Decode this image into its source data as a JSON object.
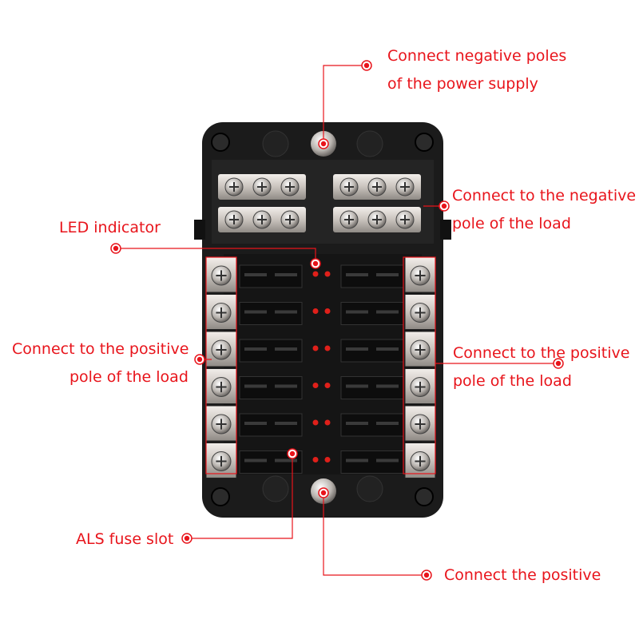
{
  "labels": {
    "neg_supply": [
      "Connect negative poles",
      "of the power supply"
    ],
    "neg_load": [
      "Connect to the negative",
      "pole of the load"
    ],
    "led": "LED indicator",
    "pos_load_left": [
      "Connect to the positive",
      "pole of the load"
    ],
    "pos_load_right": [
      "Connect to the positive",
      "pole of the load"
    ],
    "als": "ALS fuse slot",
    "pos_supply": "Connect the positive"
  },
  "colors": {
    "accent": "#e8141b",
    "body": "#1b1b1b"
  },
  "fuse_rows": 6
}
